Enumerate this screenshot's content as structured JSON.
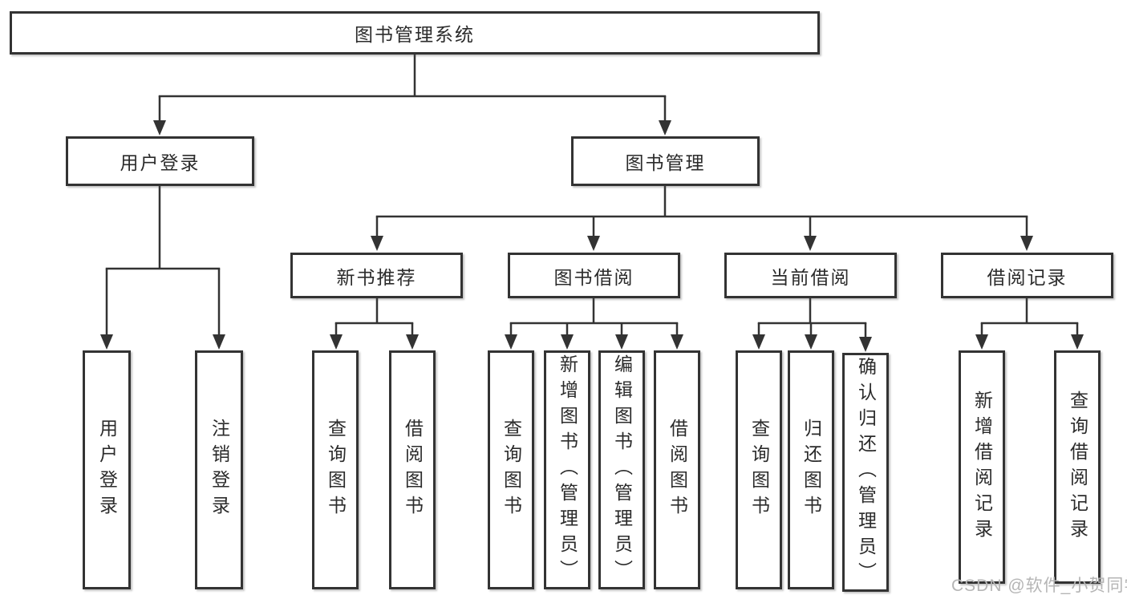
{
  "tree": {
    "label": "图书管理系统",
    "children": [
      {
        "label": "用户登录",
        "children": [
          {
            "label": "用户登录"
          },
          {
            "label": "注销登录"
          }
        ]
      },
      {
        "label": "图书管理",
        "children": [
          {
            "label": "新书推荐",
            "children": [
              {
                "label": "查询图书"
              },
              {
                "label": "借阅图书"
              }
            ]
          },
          {
            "label": "图书借阅",
            "children": [
              {
                "label": "查询图书"
              },
              {
                "label": "新增图书（管理员）"
              },
              {
                "label": "编辑图书（管理员）"
              },
              {
                "label": "借阅图书"
              }
            ]
          },
          {
            "label": "当前借阅",
            "children": [
              {
                "label": "查询图书"
              },
              {
                "label": "归还图书"
              },
              {
                "label": "确认归还（管理员）"
              }
            ]
          },
          {
            "label": "借阅记录",
            "children": [
              {
                "label": "新增借阅记录"
              },
              {
                "label": "查询借阅记录"
              }
            ]
          }
        ]
      }
    ]
  },
  "watermark": "CSDN @软件_小贺同学",
  "colors": {
    "line": "#333333",
    "box_border": "#333333",
    "text": "#2b2b2b",
    "watermark": "#b5b5b5",
    "background": "#ffffff"
  }
}
